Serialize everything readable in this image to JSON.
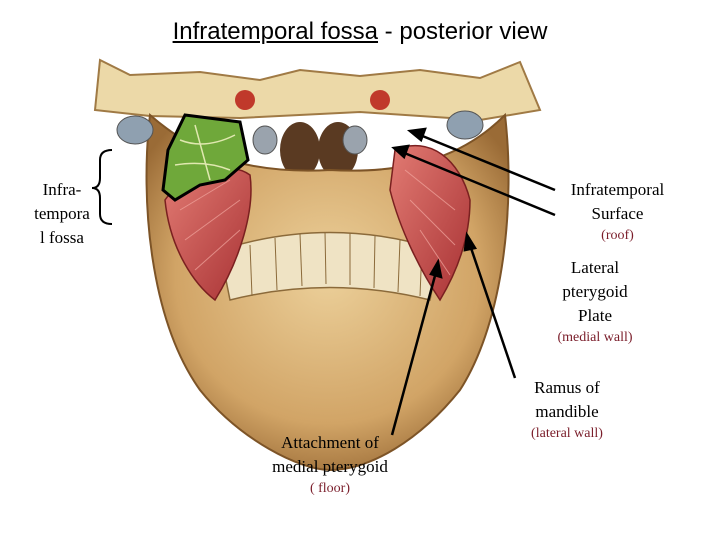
{
  "title": {
    "underlined": "Infratemporal fossa",
    "rest": " - posterior view"
  },
  "labels": {
    "infratemporal_fossa": [
      "Infra-",
      "tempora",
      "l fossa"
    ],
    "infratemporal_surface": [
      "Infratemporal",
      "Surface"
    ],
    "infratemporal_surface_note": "(roof)",
    "lateral_pterygoid_plate": [
      "Lateral",
      "pterygoid",
      "Plate"
    ],
    "lateral_pterygoid_plate_note": "(medial wall)",
    "ramus": [
      "Ramus of",
      "mandible"
    ],
    "ramus_note": "(lateral wall)",
    "medial_pterygoid": [
      "Attachment of",
      "medial pterygoid"
    ],
    "medial_pterygoid_note": "( floor)"
  },
  "colors": {
    "bone": "#d9b27a",
    "bone_dark": "#9a6b36",
    "muscle": "#c94a4a",
    "fossa_highlight": "#6fa83a",
    "note_text": "#7a1d2a"
  }
}
